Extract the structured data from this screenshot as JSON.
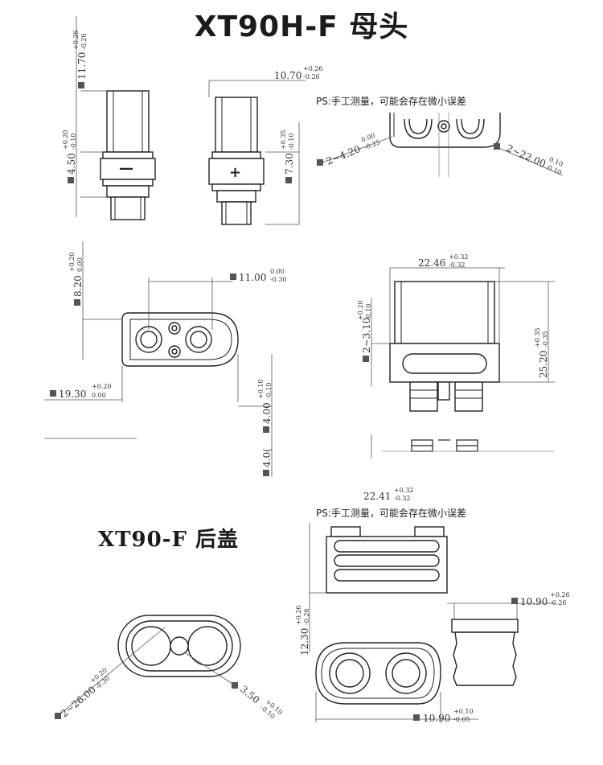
{
  "header": {
    "title": "XT90H-F 母头"
  },
  "section2": {
    "title": "XT90-F 后盖"
  },
  "notes": {
    "measure_note_1": "PS:手工测量，可能会存在微小误差",
    "measure_note_2": "PS:手工测量，可能会存在微小误差"
  },
  "polarity": {
    "negative": "—",
    "positive": "+"
  },
  "dims": {
    "d1_value": "11.70",
    "d1_tol_up": "+0.26",
    "d1_tol_dn": "-0.26",
    "d2_value": "10.70",
    "d2_tol_up": "+0.26",
    "d2_tol_dn": "-0.26",
    "d3_value": "4.50",
    "d3_tol_up": "+0.20",
    "d3_tol_dn": "-0.10",
    "d4_value": "7.30",
    "d4_tol_up": "+0.35",
    "d4_tol_dn": "-0.10",
    "d5_value": "2~4.20",
    "d5_tol_up": "0.00",
    "d5_tol_dn": "-0.25",
    "d6_value": "2~22.00",
    "d6_tol_up": "0.10",
    "d6_tol_dn": "-0.10",
    "d7_value": "8.20",
    "d7_tol_up": "+0.20",
    "d7_tol_dn": "0.00",
    "d8_value": "11.00",
    "d8_tol_up": "0.00",
    "d8_tol_dn": "-0.30",
    "d9_value": "22.46",
    "d9_tol_up": "+0.32",
    "d9_tol_dn": "-0.32",
    "d10_value": "2~3.10",
    "d10_tol_up": "+0.20",
    "d10_tol_dn": "-0.10",
    "d11_value": "25.20",
    "d11_tol_up": "+0.35",
    "d11_tol_dn": "-0.35",
    "d12_value": "19.30",
    "d12_tol_up": "+0.20",
    "d12_tol_dn": "0.00",
    "d13_value": "4.00",
    "d13_tol_up": "+0.10",
    "d13_tol_dn": "-0.10",
    "d14_value": "4.0(",
    "d14_tol_up": "",
    "d14_tol_dn": "",
    "d15_value": "22.41",
    "d15_tol_up": "+0.32",
    "d15_tol_dn": "-0.32",
    "d16_value": "10.90",
    "d16_tol_up": "+0.26",
    "d16_tol_dn": "-0.26",
    "d17_value": "12.30",
    "d17_tol_up": "+0.26",
    "d17_tol_dn": "-0.26",
    "d18_value": "2~26.00",
    "d18_tol_up": "+0.20",
    "d18_tol_dn": "-0.30",
    "d19_value": "3.50",
    "d19_tol_up": "+0.10",
    "d19_tol_dn": "-0.10",
    "d20_value": "10.90",
    "d20_tol_up": "+0.10",
    "d20_tol_dn": "-0.05"
  },
  "colors": {
    "line": "#222222",
    "dim_line": "#555555",
    "body_fill": "#ffffff",
    "sym_fill": "#3a3a3a"
  }
}
